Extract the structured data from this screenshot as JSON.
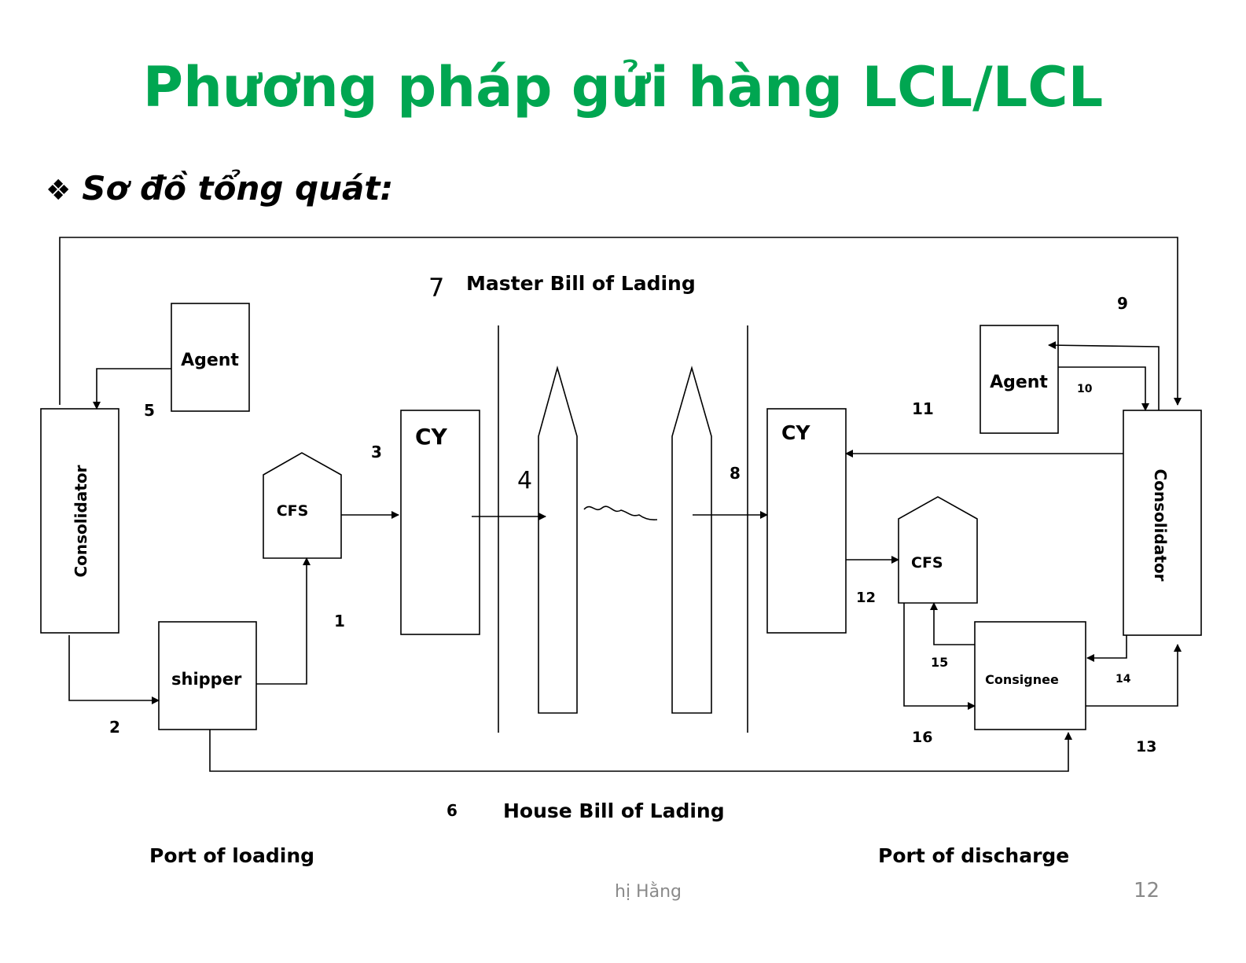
{
  "slide": {
    "title": "Phương pháp gửi hàng LCL/LCL",
    "subtitle_bullet": "❖",
    "subtitle": "Sơ đồ tổng quát:",
    "footer_author": "hị Hằng",
    "page_number": "12"
  },
  "diagram": {
    "master_bl_number": "7",
    "master_bl_label": "Master Bill of Lading",
    "house_bl_number": "6",
    "house_bl_label": "House Bill of Lading",
    "port_loading": "Port of loading",
    "port_discharge": "Port of discharge",
    "nodes": {
      "consolidator_left": "Consolidator",
      "agent_left": "Agent",
      "cfs_left": "CFS",
      "cy_left": "CY",
      "shipper": "shipper",
      "cy_right": "CY",
      "cfs_right": "CFS",
      "agent_right": "Agent",
      "consolidator_right": "Consolidator",
      "consignee": "Consignee"
    },
    "steps": {
      "s1": "1",
      "s2": "2",
      "s3": "3",
      "s4": "4",
      "s5": "5",
      "s8": "8",
      "s9": "9",
      "s10": "10",
      "s11": "11",
      "s12": "12",
      "s13": "13",
      "s14": "14",
      "s15": "15",
      "s16": "16"
    }
  }
}
